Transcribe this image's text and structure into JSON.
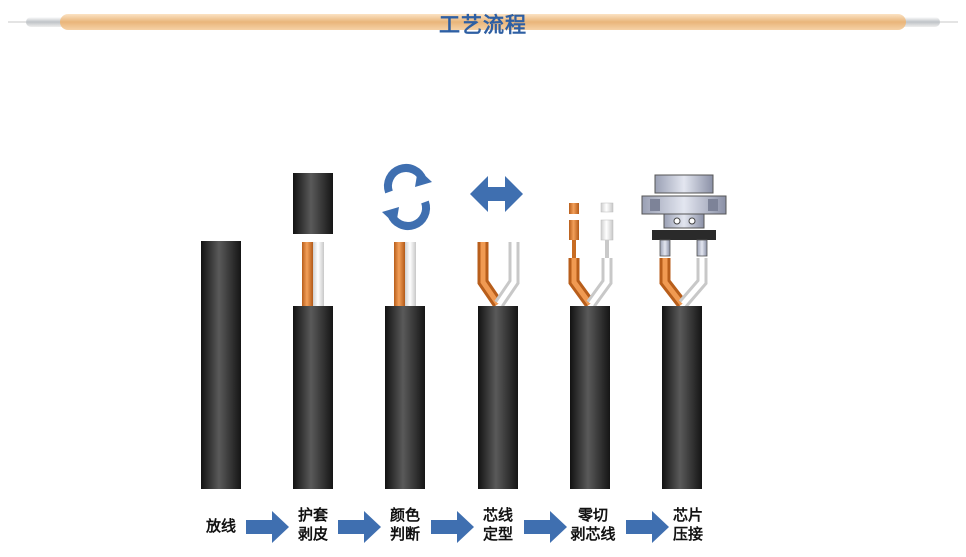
{
  "header": {
    "title": "工艺流程"
  },
  "steps": [
    {
      "line1": "放线",
      "line2": ""
    },
    {
      "line1": "护套",
      "line2": "剥皮"
    },
    {
      "line1": "颜色",
      "line2": "判断"
    },
    {
      "line1": "芯线",
      "line2": "定型"
    },
    {
      "line1": "零切",
      "line2": "剥芯线"
    },
    {
      "line1": "芯片",
      "line2": "压接"
    }
  ],
  "colors": {
    "title": "#2e5fa3",
    "arrow": "#3f6fb0",
    "cable": "#2a2a2a",
    "copper_wire": "#d9792a",
    "white_wire": "#f2f2f2",
    "bar": "#f1c796"
  },
  "icons": {
    "rotate": "rotate-arrows-icon",
    "move": "double-arrow-icon",
    "next": "right-arrow-icon",
    "connector": "connector-terminal-icon"
  }
}
